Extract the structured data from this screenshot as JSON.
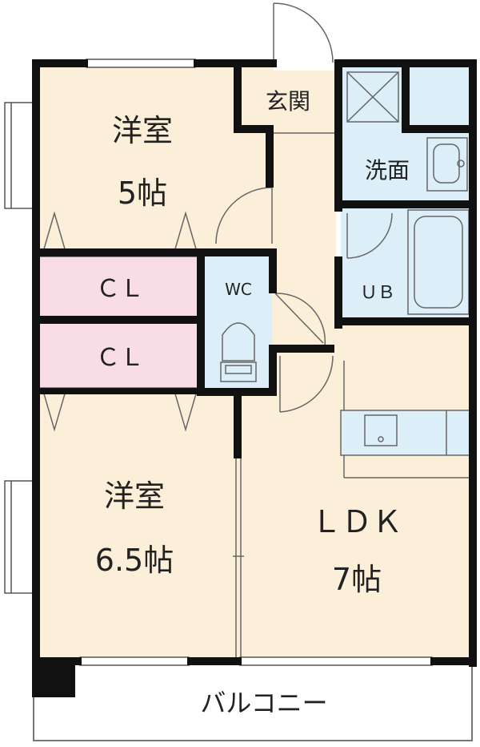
{
  "floorplan": {
    "rooms": {
      "western_room_upper": {
        "name": "洋室",
        "size": "5帖"
      },
      "closet_upper": {
        "name": "ＣＬ"
      },
      "closet_lower": {
        "name": "ＣＬ"
      },
      "western_room_lower": {
        "name": "洋室",
        "size": "6.5帖"
      },
      "entrance": {
        "name": "玄関"
      },
      "washroom": {
        "name": "洗面"
      },
      "toilet": {
        "name": "WC"
      },
      "unit_bath": {
        "name": "ＵＢ"
      },
      "ldk": {
        "name": "ＬＤＫ",
        "size": "7帖"
      },
      "balcony": {
        "name": "バルコニー"
      }
    },
    "colors": {
      "wall": "#111111",
      "room_floor": "#fbefd9",
      "closet_floor": "#f9dde6",
      "wet_area_floor": "#dceef8",
      "fixture_line": "#666666"
    }
  }
}
